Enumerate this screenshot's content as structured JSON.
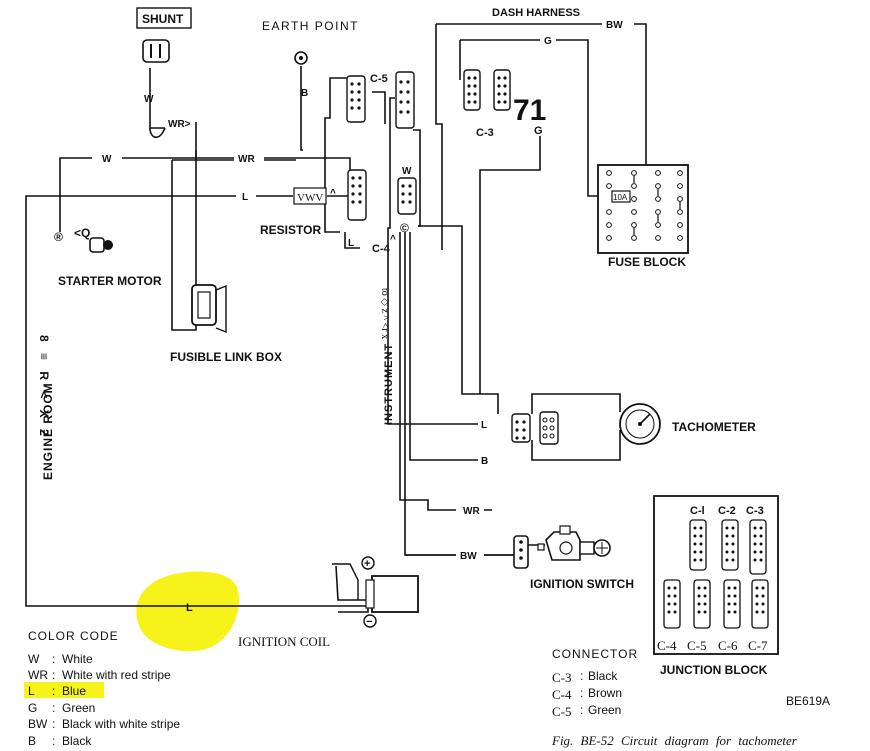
{
  "diagram": {
    "components": {
      "shunt": "SHUNT",
      "earth_point": "EARTH POINT",
      "dash_harness": "DASH HARNESS",
      "resistor": "RESISTOR",
      "resistor_symbol": "VWV",
      "starter_motor": "STARTER MOTOR",
      "fusible_link_box": "FUSIBLE LINK BOX",
      "fuse_block": "FUSE BLOCK",
      "fuse_rating": "10A",
      "tachometer": "TACHOMETER",
      "ignition_switch": "IGNITION SWITCH",
      "ignition_coil": "IGNITION COIL",
      "junction_block": "JUNCTION BLOCK",
      "instrument_vertical": "INSTRUMENT",
      "instrument_marks": "to ◇ z ^ <r x",
      "engine_room_vertical": "ENGINE ROOM",
      "engine_room_marks": "8 ≡ R < X 2"
    },
    "connectors": {
      "c3": "C-3",
      "c4": "C-4",
      "c5": "C-5",
      "big_number": "71",
      "junction_ids": [
        "C-l",
        "C-2",
        "C-3",
        "C-4",
        "C-5",
        "C-6",
        "C-7"
      ]
    },
    "wire_labels": {
      "w": "W",
      "wr": "WR",
      "wr_arrow": "WR>",
      "l": "L",
      "l_caret": "^",
      "b": "B",
      "g": "G",
      "bw": "BW",
      "c4_l": "L",
      "c4_caret": "^",
      "start_sym": "<Q",
      "circle_r": "®",
      "circle_c": "©",
      "plus": "+",
      "minus": "−"
    },
    "highlight_color": "#f7f21a"
  },
  "color_code": {
    "title": "COLOR CODE",
    "entries": [
      {
        "code": "W",
        "name": "White"
      },
      {
        "code": "WR",
        "name": "White with red stripe"
      },
      {
        "code": "L",
        "name": "Blue"
      },
      {
        "code": "G",
        "name": "Green"
      },
      {
        "code": "BW",
        "name": "Black with white stripe"
      },
      {
        "code": "B",
        "name": "Black"
      }
    ]
  },
  "connector_legend": {
    "title": "CONNECTOR",
    "entries": [
      {
        "code": "C-3",
        "name": "Black"
      },
      {
        "code": "C-4",
        "name": "Brown"
      },
      {
        "code": "C-5",
        "name": "Green"
      }
    ]
  },
  "figure": {
    "id": "BE619A",
    "caption": "Fig. BE-52 Circuit diagram for tachometer"
  }
}
